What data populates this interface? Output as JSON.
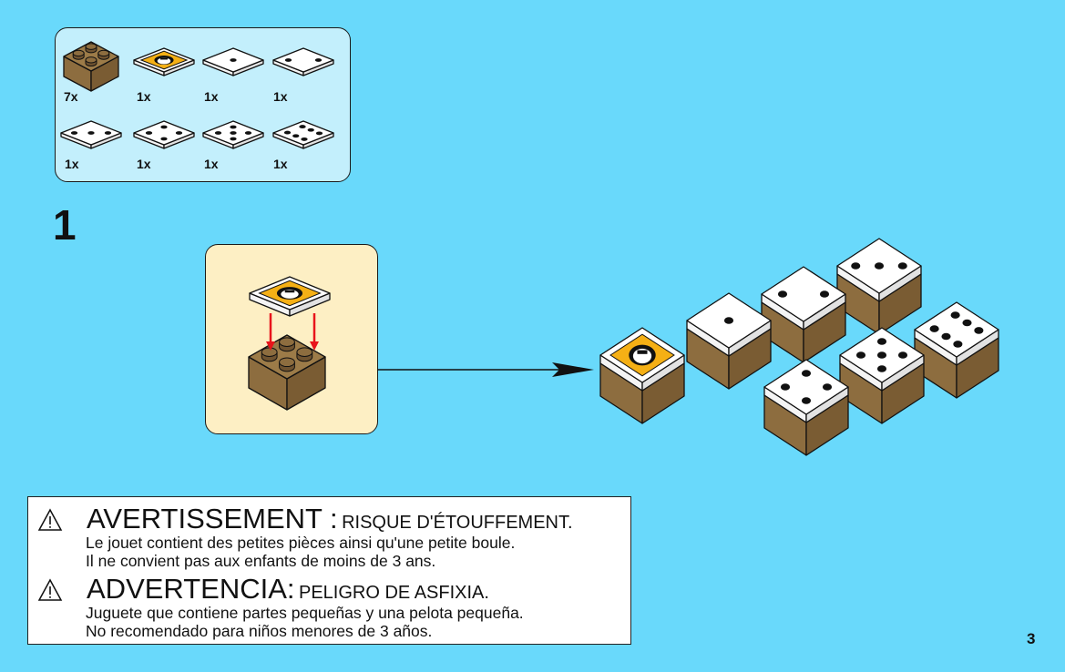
{
  "parts_list": [
    {
      "qty": "7x",
      "kind": "brick"
    },
    {
      "qty": "1x",
      "kind": "picture-tile"
    },
    {
      "qty": "1x",
      "kind": "tile",
      "pips": 1
    },
    {
      "qty": "1x",
      "kind": "tile",
      "pips": 2
    },
    {
      "qty": "1x",
      "kind": "tile",
      "pips": 3
    },
    {
      "qty": "1x",
      "kind": "tile",
      "pips": 4
    },
    {
      "qty": "1x",
      "kind": "tile",
      "pips": 5
    },
    {
      "qty": "1x",
      "kind": "tile",
      "pips": 6
    }
  ],
  "step_number": "1",
  "page_number": "3",
  "colors": {
    "background": "#69d9fb",
    "parts_panel": "#c3effc",
    "step_panel": "#fdefc4",
    "brick": "#8b6b3d",
    "arrow_red": "#e8141b",
    "tile_yellow": "#f5b015"
  },
  "warning": {
    "fr": {
      "title": "AVERTISSEMENT :",
      "subtitle": "RISQUE D'ÉTOUFFEMENT.",
      "line1": "Le jouet contient des petites pièces ainsi qu'une petite boule.",
      "line2": "Il ne convient pas aux enfants de moins de 3 ans."
    },
    "es": {
      "title": "ADVERTENCIA:",
      "subtitle": "PELIGRO DE ASFIXIA.",
      "line1": "Juguete que contiene partes pequeñas y una pelota pequeña.",
      "line2": "No recomendado para niños menores de 3 años."
    }
  }
}
